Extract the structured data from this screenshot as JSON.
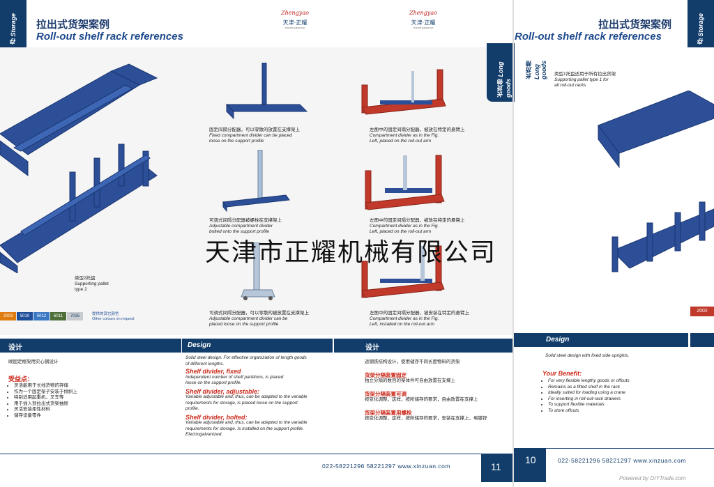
{
  "left_page": {
    "title_cn": "拉出式货架案例",
    "title_en": "Roll-out shelf rack references",
    "side_tab_top": "存 Storage",
    "logo_left": {
      "script": "Zhengyao",
      "text": "天津·正耀",
      "sub": "TIANJIN ZHENGYAO"
    },
    "logo_right": {
      "script": "Zhengyao",
      "text": "天津·正耀",
      "sub": "TIANJIN ZHENGYAO"
    },
    "pallet_caption": {
      "cn": "类型2托盘",
      "en1": "Supporting pallet",
      "en2": "type 2"
    },
    "colors": [
      {
        "label": "2003",
        "color": "#e07b10"
      },
      {
        "label": "5010",
        "color": "#1f4f98"
      },
      {
        "label": "5012",
        "color": "#3a78c4"
      },
      {
        "label": "6011",
        "color": "#4e6e3a"
      },
      {
        "label": "7035",
        "color": "#c9ccce"
      }
    ],
    "colors_note": {
      "cn": "提供的其它颜色",
      "en": "Other colours on request"
    },
    "captions": [
      {
        "cn": "固定间隔分配器，可以零散的放置在支撑架上",
        "en1": "Fixed compartment divider can be placed",
        "en2": "loose on the support profile"
      },
      {
        "cn": "左图中的固定间隔分配器，被放在特定的悬臂上",
        "en1": "Compartment divider as in the Fig.",
        "en2": "Left, placed on the roll-out arm"
      },
      {
        "cn": "可调式间隔分配器被螺栓在支撑架上",
        "en1": "Adjustable compartment divider",
        "en2": "bolted onto the support profile"
      },
      {
        "cn": "左图中的固定间隔分配器，被放在特定的悬臂上",
        "en1": "Compartment divider as in the Fig.",
        "en2": "Left, placed on the roll-out arm"
      },
      {
        "cn": "可调式间隔分配器，可以零散的被放置在支撑架上",
        "en1": "Adjustable compartment divider can be",
        "en2": "placed loose on the support profile"
      },
      {
        "cn": "左图中的固定间隔分配器，被安装在特定的悬臂上",
        "en1": "Compartment divider as in the Fig.",
        "en2": "Left, installed on the roll-out arm"
      }
    ],
    "bar_cn": "设计",
    "bar_en": "Design",
    "col1": {
      "intro": "顺固定框架用实心钢设计",
      "benefit_title": "受益点：",
      "bullets": [
        "灵活能用于长线货物的存储",
        "作为一个固定架子安装于倾斜上",
        "特别适用起重机，叉车等",
        "用于插入到拉出式货架抽屉",
        "灵活安装柔性材料",
        "储存设备零件"
      ]
    },
    "col2": {
      "intro1": "Solid steel design. For effective organization of length goods",
      "intro2": "of different lengths.",
      "h1": "Shelf divider, fixed",
      "p1a": "Independent number of shelf partitions, is placed",
      "p1b": "loose on the support profile.",
      "h2": "Shelf divider, adjustable:",
      "p2a": "Variable adjustable and, thus, can be adapted to the variable",
      "p2b": "requirements for storage, is placed loose on the support",
      "p2c": "profile.",
      "h3": "Shelf divider, bolted:",
      "p3a": "Variable adjustable and, thus, can be adapted to the variable",
      "p3b": "requirements for storage. Is installed on the support profile.",
      "p3c": "Electrogalvanized."
    },
    "col3": {
      "bar": "设计",
      "intro": "适钢铁结构设计，使用储存不同长度物料的货架",
      "h1": "货架分隔装置固定",
      "p1": "独立分隔的数目的架体件可自由放置在支撑上",
      "h2": "货架分隔装置可调",
      "p2": "按变化调整，这样，按所储存的要求，自由放置在支撑上",
      "h3": "货架分隔装置用螺栓",
      "p3": "按变化调整，这样，按所储存的要求，安装在支撑上，电镀锌"
    },
    "footer_phone": "022-58221296   58221297   www.xinzuan.com",
    "page_number": "11"
  },
  "right_page": {
    "title_cn": "拉出式货架案例",
    "title_en": "Roll-out shelf rack references",
    "side_tab_top": "存 Storage",
    "long_goods_tab": "长货物 Long goods",
    "long_goods_tab2": "长货物 Long goods",
    "pallet_caption": {
      "cn": "类型1托盘适用于所有拉出货架",
      "en1": "Supporting pallet type 1 for",
      "en2": "all roll-out racks"
    },
    "color_badge": "2002",
    "bar_en": "Design",
    "intro": "Solid steel design with fixed side uprights.",
    "benefit_title": "Your Benefit:",
    "bullets": [
      "For very flexible lengthy goods or offcuts",
      "Remains as a fitted shelf in the rack",
      "Ideally suited for loading using a crane",
      "For inserting in roll-out-rack drawers",
      "To support flexible materials",
      "To store offcuts"
    ],
    "page_number": "10",
    "footer_phone": "022-58221296   58221297   www.xinzuan.com",
    "credit": "Powered by DIYTrade.com"
  },
  "watermark": "天津市正耀机械有限公司"
}
